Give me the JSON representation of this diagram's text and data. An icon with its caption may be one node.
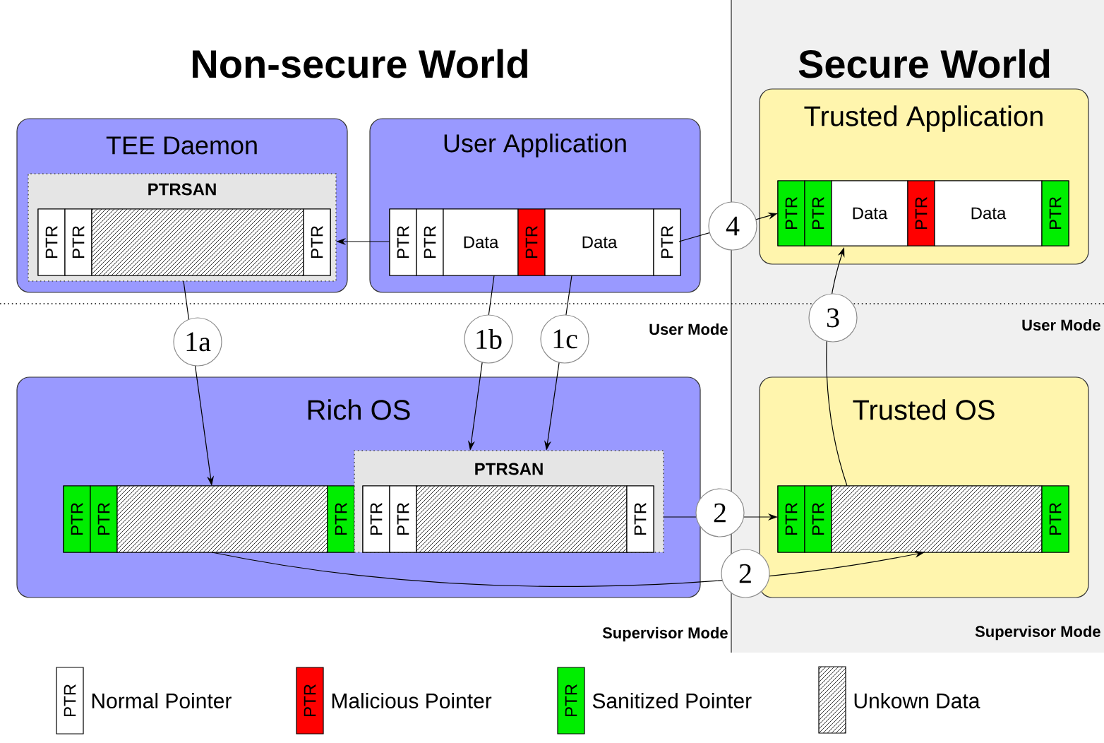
{
  "diagram": {
    "nodes": [
      {
        "text": [
          "TEE Daemon"
        ]
      },
      {
        "text": [
          "PTRSAN"
        ],
        "in": 0
      },
      {
        "text": [
          "PTR",
          "PTR",
          "PTR"
        ],
        "in": 1
      },
      {
        "text": [
          "User Application"
        ]
      },
      {
        "text": [
          "PTR",
          "PTR",
          "Data",
          "PTR",
          "Data",
          "PTR"
        ],
        "in": 3
      },
      {
        "text": [
          "Trusted Application"
        ]
      },
      {
        "text": [
          "PTR",
          "PTR",
          "Data",
          "PTR",
          "Data",
          "PTR"
        ],
        "in": 5
      },
      {
        "text": [
          "Rich OS"
        ]
      },
      {
        "text": [
          "PTR",
          "PTR",
          "PTR"
        ],
        "in": 7
      },
      {
        "text": [
          "PTRSAN"
        ],
        "in": 7
      },
      {
        "text": [
          "PTR",
          "PTR",
          "PTR"
        ],
        "in": 9
      },
      {
        "text": [
          "Trusted OS"
        ]
      },
      {
        "text": [
          "PTR",
          "PTR",
          "PTR"
        ],
        "in": 11
      }
    ],
    "edges": [
      {
        "from": 4,
        "to": 1,
        "arrow": "to"
      },
      {
        "from": 1,
        "to": 8,
        "arrow": "to",
        "label": "1a"
      },
      {
        "from": 4,
        "to": 9,
        "arrow": "to",
        "label": "1b"
      },
      {
        "from": 4,
        "to": 9,
        "arrow": "to",
        "label": "1c"
      },
      {
        "from": 9,
        "to": 12,
        "arrow": "to",
        "label": "2"
      },
      {
        "from": 8,
        "to": 12,
        "arrow": "to",
        "label": "2"
      },
      {
        "from": 12,
        "to": 6,
        "arrow": "to",
        "label": "3"
      },
      {
        "from": 4,
        "to": 6,
        "arrow": "to",
        "label": "4"
      }
    ],
    "labels": [
      "Non-secure World",
      "Secure World",
      "User Mode",
      "User Mode",
      "Supervisor Mode",
      "Supervisor Mode",
      "PTR",
      "PTR",
      "PTR"
    ],
    "legend": [
      {
        "text": "Normal Pointer"
      },
      {
        "text": "Malicious Pointer",
        "color": "#ff0000"
      },
      {
        "text": "Sanitized Pointer",
        "color": "#00ee00"
      },
      {
        "text": "Unkown Data"
      }
    ]
  }
}
